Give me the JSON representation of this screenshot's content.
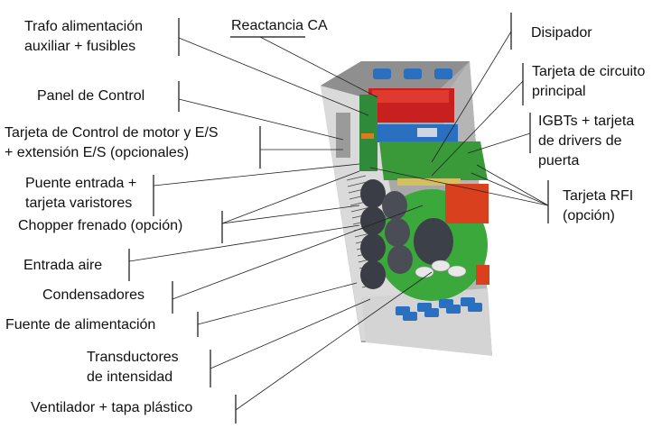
{
  "title": "Componentes internos del variador de frecuencia",
  "labels": {
    "trafo": [
      "Trafo alimentación",
      "auxiliar + fusibles"
    ],
    "reactancia": [
      "Reactancia CA"
    ],
    "panel": [
      "Panel de Control"
    ],
    "tarjeta_control": [
      "Tarjeta de Control de motor y E/S",
      "+ extensión E/S (opcionales)"
    ],
    "puente": [
      "Puente entrada +",
      "tarjeta varistores"
    ],
    "chopper": [
      "Chopper frenado (opción)"
    ],
    "entrada_aire": [
      "Entrada aire"
    ],
    "condensadores": [
      "Condensadores"
    ],
    "fuente": [
      "Fuente de alimentación"
    ],
    "transductores": [
      "Transductores",
      "de intensidad"
    ],
    "ventilador": [
      "Ventilador + tapa plástico"
    ],
    "disipador": [
      "Disipador"
    ],
    "tarjeta_circuito": [
      "Tarjeta de circuito",
      "principal"
    ],
    "igbts": [
      "IGBTs + tarjeta",
      "de drivers de",
      "puerta"
    ],
    "rfi": [
      "Tarjeta RFI",
      "(opción)"
    ]
  },
  "colors": {
    "housing": "#d9d9d9",
    "housing_dark": "#a8a8a8",
    "reactor_red": "#c8201e",
    "board_green": "#3a9a3a",
    "blue_parts": "#2a6fc0",
    "rfi_orange": "#d8401e",
    "fan_green": "#3aa83a"
  }
}
